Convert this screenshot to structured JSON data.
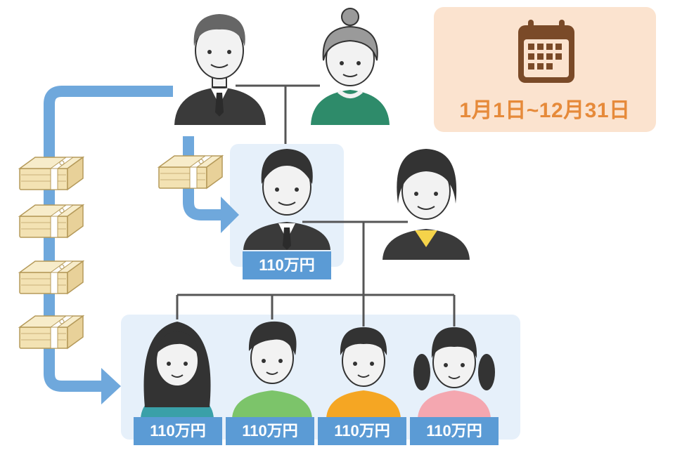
{
  "period": "1月1日~12月31日",
  "amounts": {
    "son": "110万円",
    "child1": "110万円",
    "child2": "110万円",
    "child3": "110万円",
    "child4": "110万円"
  },
  "icons": [
    "calendar-icon",
    "money-bundle-icon",
    "arrow-icon"
  ],
  "colors": {
    "arrow": "#6fa8dc",
    "label_bg": "#5b9bd5",
    "highlight_bg": "#e6f0fa",
    "calendar_bg": "#fbe3cf",
    "calendar_icon": "#7a4a28",
    "period_text": "#e68a3a",
    "line": "#555555"
  }
}
